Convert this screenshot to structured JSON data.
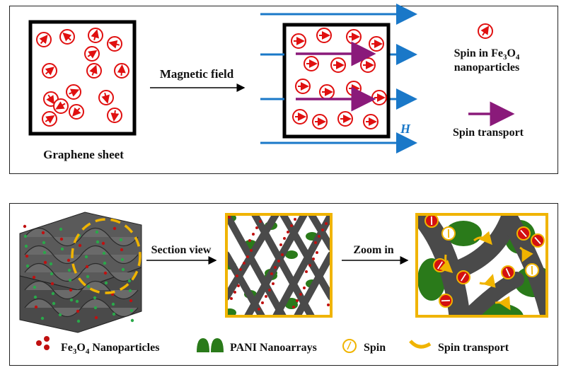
{
  "top_panel": {
    "graphene_label": "Graphene sheet",
    "arrow_label": "Magnetic field",
    "field_symbol": "H",
    "legend_spin_line1": "Spin in Fe",
    "legend_spin_sub1": "3",
    "legend_spin_mid": "O",
    "legend_spin_sub2": "4",
    "legend_spin_line2": "nanoparticles",
    "legend_transport": "Spin transport"
  },
  "bottom_panel": {
    "section_label": "Section view",
    "zoom_label": "Zoom in",
    "legend_np_prefix": "Fe",
    "legend_np_sub1": "3",
    "legend_np_mid": "O",
    "legend_np_sub2": "4",
    "legend_np_suffix": " Nanoparticles",
    "legend_pani": "PANI Nanoarrays",
    "legend_spin": "Spin",
    "legend_transport": "Spin transport"
  },
  "colors": {
    "spin_red": "#e01010",
    "field_blue": "#1a78c8",
    "transport_purple": "#8a1a7a",
    "frame_yellow": "#f0b400",
    "pani_green": "#2a7a1a",
    "graphene_gray": "#4a4a4a"
  }
}
